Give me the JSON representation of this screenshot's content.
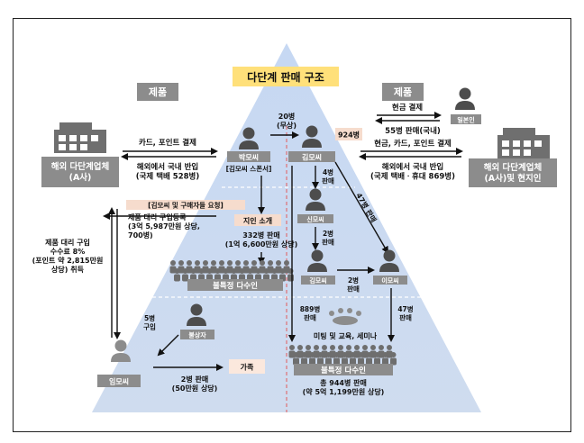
{
  "title": "다단계 판매 구조",
  "products_left": "제품",
  "products_right": "제품",
  "overseas_a": "해외 다단계업체\n(A사)",
  "overseas_a_local": "해외 다단계업체\n(A사)및 현지인",
  "card_point_pay": "카드, 포인트 결제",
  "import_left": "해외에서 국내 반입\n(국제 택배 528병)",
  "cash_pay": "현금 결제",
  "buyer_label": "일본인",
  "domestic_55": "55병 판매(국내)",
  "cash_card_point": "현금, 카드, 포인트 결제",
  "import_right": "해외에서 국내 반입\n(국제 택배ㆍ휴대 869병)",
  "park_label": "박모씨",
  "park_sub": "[김모씨 스폰서]",
  "kim_label": "김모씨",
  "free_20": "20병\n(무상)",
  "kim_924": "924병",
  "request_note": "[김모씨 및 구매자들 요청]",
  "proxy_reg": "제품 대리 구입등록\n(3억 5,987만원 상당,\n700병)",
  "acquaint": "지인 소개",
  "sale_332": "332병 판매\n(1억 6,600만원 상당)",
  "crowd_left": "불특정 다수인",
  "proxy_fee": "제품 대리 구입\n수수료 8%\n(포인트 약 2,815만원\n상당) 취득",
  "shin_label": "신모씨",
  "sale_4": "4병\n판매",
  "sale_47_diag": "47병 판매",
  "sale_2a": "2병\n판매",
  "kim2_label": "김모씨",
  "lee_label": "이모씨",
  "sale_2b": "2병\n판매",
  "sale_889": "889병\n판매",
  "sale_47": "47병\n판매",
  "seminar": "미팅 및 교육, 세미나",
  "buy_5": "5병\n구입",
  "unknown_label": "불상자",
  "lim_label": "임모씨",
  "sale_2c": "2병 판매\n(50만원 상당)",
  "family": "가족",
  "crowd_right": "불특정 다수인",
  "total_944": "총 944병 판매\n(약 5억 1,199만원 상당)"
}
